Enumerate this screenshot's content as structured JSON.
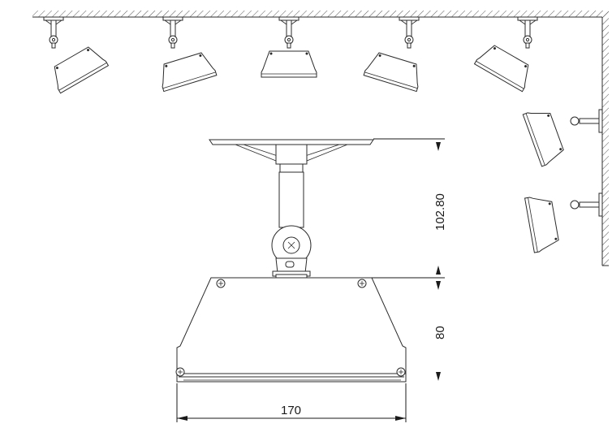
{
  "diagram": {
    "dimensions": {
      "bracket_height": "102.80",
      "housing_height": "80",
      "housing_width": "170"
    }
  }
}
